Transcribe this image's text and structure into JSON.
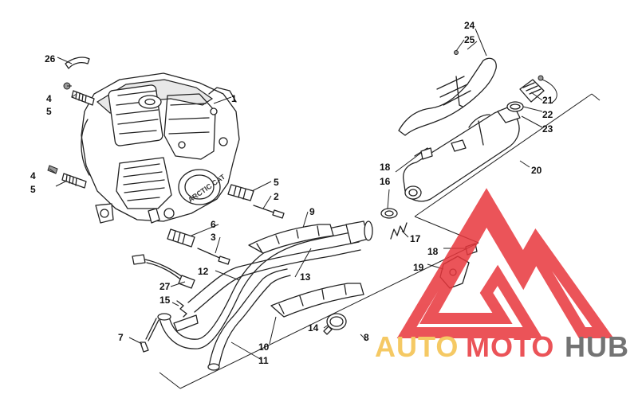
{
  "callouts": {
    "n1": "1",
    "n2": "2",
    "n3": "3",
    "n4a": "4",
    "n4b": "4",
    "n5a": "5",
    "n5b": "5",
    "n5c": "5",
    "n6": "6",
    "n7": "7",
    "n8": "8",
    "n9": "9",
    "n10": "10",
    "n11": "11",
    "n12": "12",
    "n13": "13",
    "n14": "14",
    "n15": "15",
    "n16": "16",
    "n17": "17",
    "n18a": "18",
    "n18b": "18",
    "n19": "19",
    "n20": "20",
    "n21": "21",
    "n22": "22",
    "n23": "23",
    "n24": "24",
    "n25": "25",
    "n26": "26",
    "n27": "27"
  },
  "engine_label": "ARCTIC CAT",
  "watermark": {
    "word_part1": "AUTO",
    "word_part2": "MOTO",
    "word_part3": "HUB",
    "color_red": "#e8363c",
    "color_gold": "#f4c04a",
    "color_gray": "#5b5b5b"
  }
}
